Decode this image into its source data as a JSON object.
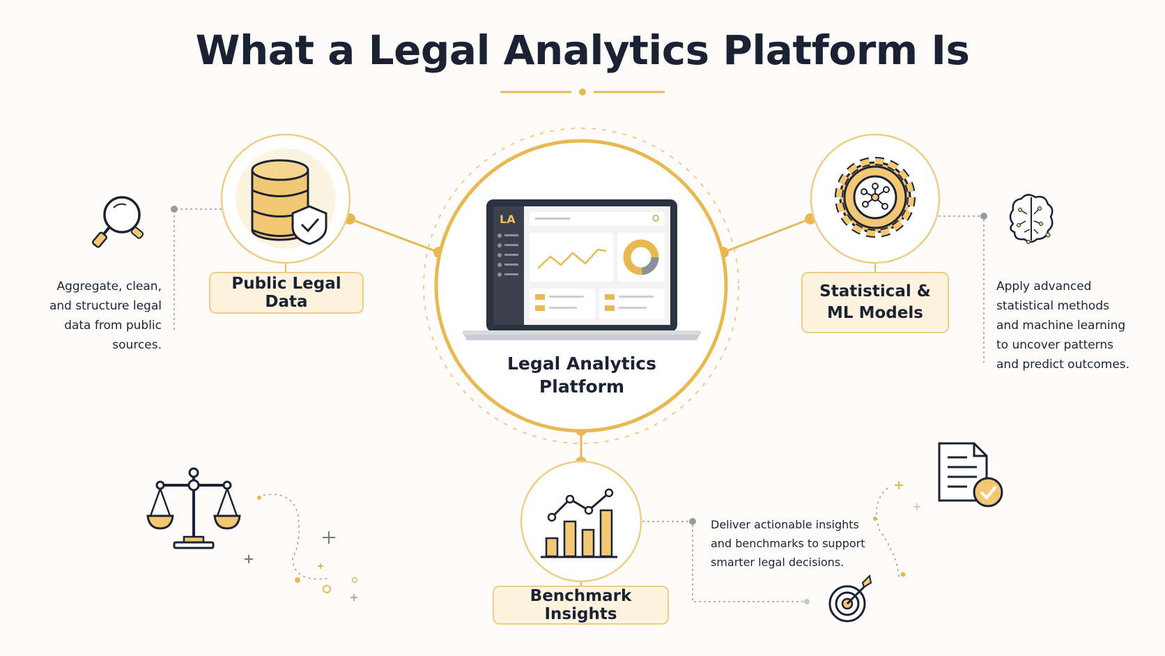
{
  "title": "What a Legal Analytics Platform Is",
  "center": {
    "label_line1": "Legal Analytics",
    "label_line2": "Platform",
    "screen_logo": "LA",
    "icon": "laptop-dashboard-icon"
  },
  "nodes": {
    "public_data": {
      "label": "Public Legal Data",
      "description": [
        "Aggregate, clean,",
        "and structure legal",
        "data from public",
        "sources."
      ],
      "icon": "database-shield-icon"
    },
    "models": {
      "label_line1": "Statistical &",
      "label_line2": "ML Models",
      "description": [
        "Apply advanced",
        "statistical methods",
        "and machine learning",
        "to uncover patterns",
        "and predict outcomes."
      ],
      "icon": "gear-network-icon"
    },
    "benchmark": {
      "label": "Benchmark Insights",
      "description": [
        "Deliver actionable insights",
        "and benchmarks to support",
        "smarter legal decisions."
      ],
      "icon": "bar-chart-trend-icon"
    }
  },
  "decorations": [
    "magnifier-icon",
    "brain-circuit-icon",
    "scales-of-justice-icon",
    "document-check-icon",
    "target-arrow-icon"
  ],
  "colors": {
    "accent": "#e8b950",
    "accent_light": "#f7dfa6",
    "box_fill": "#fdf3df",
    "box_border": "#f0cd86",
    "ink": "#1b2232",
    "dot_gray": "#9a9a9a"
  }
}
